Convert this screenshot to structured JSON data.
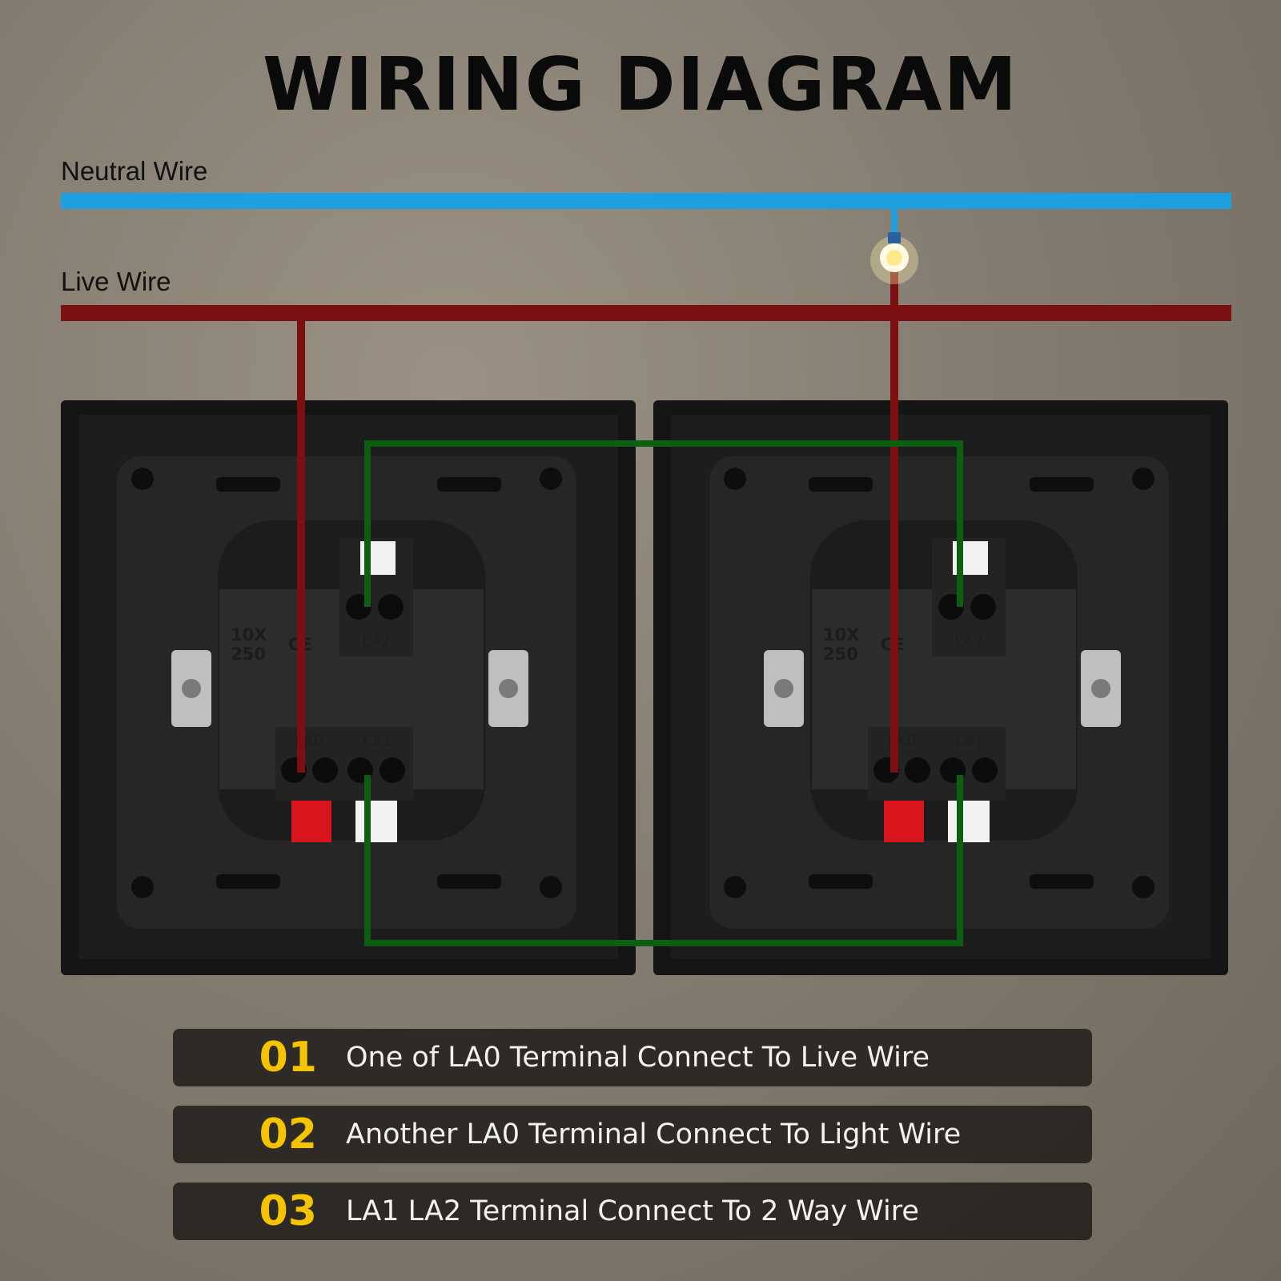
{
  "title": "WIRING DIAGRAM",
  "wires": {
    "neutral_label": "Neutral Wire",
    "live_label": "Live Wire",
    "neutral_color": "#1e9fe0",
    "live_color": "#7c1010",
    "two_way_color": "#0c5f12"
  },
  "switches": [
    {
      "terminals": [
        "LA2",
        "LA0",
        "LA1"
      ],
      "rating_top": "10X",
      "rating_bottom": "250",
      "mark": "CE"
    },
    {
      "terminals": [
        "LA2",
        "LA0",
        "LA1"
      ],
      "rating_top": "10X",
      "rating_bottom": "250",
      "mark": "CE"
    }
  ],
  "steps": [
    {
      "number": "01",
      "text": "One of LA0 Terminal Connect To Live Wire"
    },
    {
      "number": "02",
      "text": "Another LA0 Terminal Connect To Light Wire"
    },
    {
      "number": "03",
      "text": "LA1 LA2 Terminal Connect To 2 Way Wire"
    }
  ]
}
